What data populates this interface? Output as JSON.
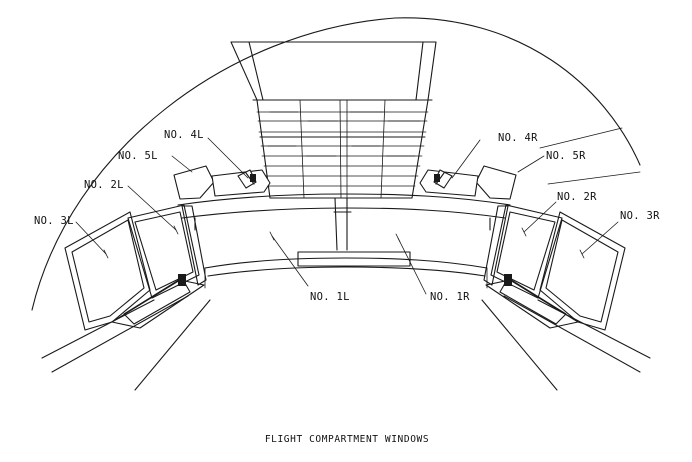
{
  "caption": "FLIGHT COMPARTMENT WINDOWS",
  "labels": {
    "no_1l": "NO. 1L",
    "no_1r": "NO. 1R",
    "no_2l": "NO. 2L",
    "no_2r": "NO. 2R",
    "no_3l": "NO. 3L",
    "no_3r": "NO. 3R",
    "no_4l": "NO. 4L",
    "no_4r": "NO. 4R",
    "no_5l": "NO. 5L",
    "no_5r": "NO. 5R"
  }
}
